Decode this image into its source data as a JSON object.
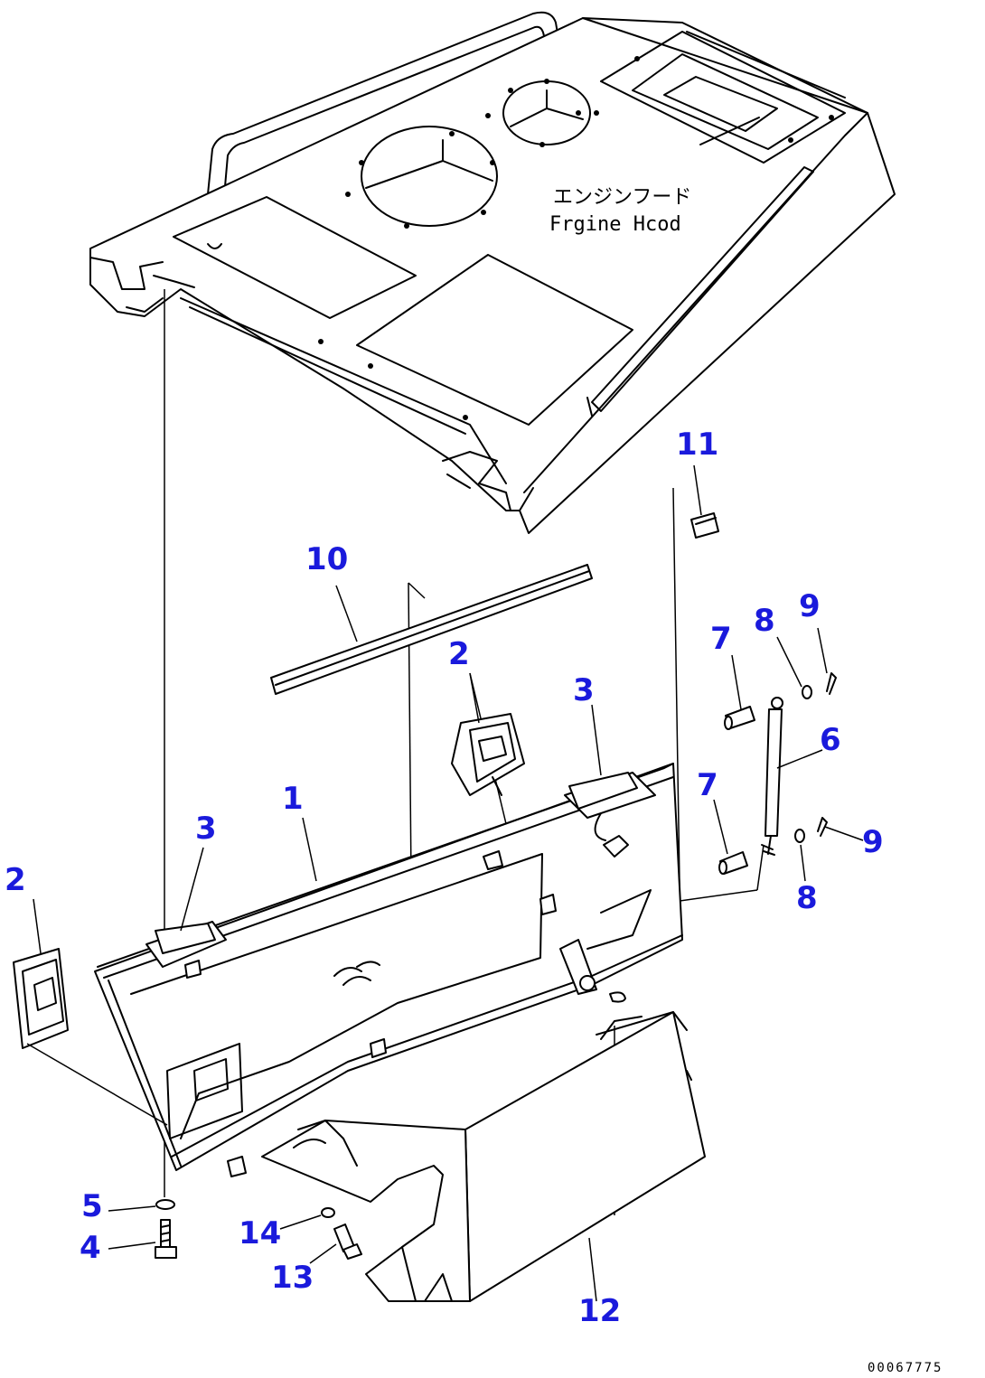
{
  "hood_label": {
    "jp": "エンジンフード",
    "en": "Frgine Hcod"
  },
  "callouts": [
    "1",
    "2",
    "2",
    "3",
    "3",
    "4",
    "5",
    "6",
    "7",
    "7",
    "8",
    "8",
    "9",
    "9",
    "10",
    "11",
    "12",
    "13",
    "14"
  ],
  "drawing_code": "00067775"
}
